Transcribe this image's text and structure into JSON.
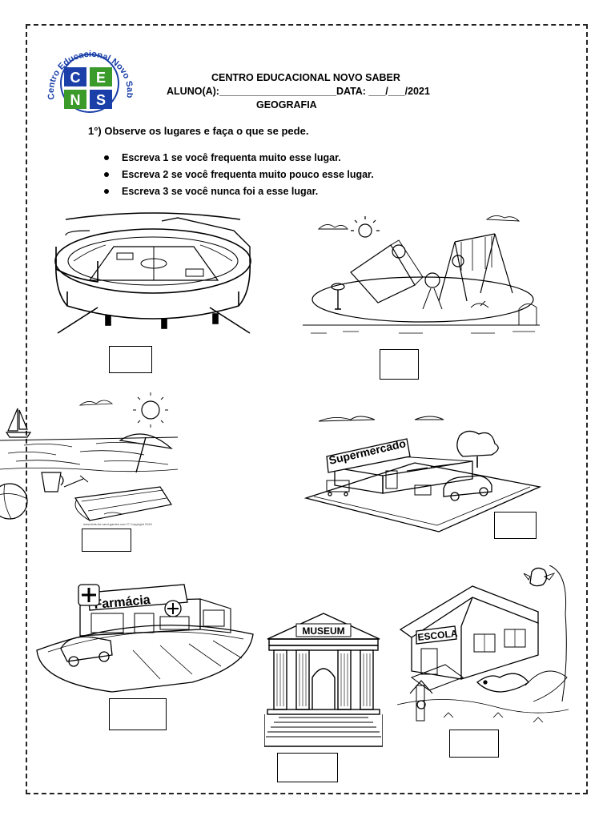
{
  "logo": {
    "ring_text": "Centro Educacional Novo Saber",
    "letters": [
      "C",
      "E",
      "N",
      "S"
    ]
  },
  "header": {
    "school": "CENTRO EDUCACIONAL NOVO SABER",
    "student_line": "ALUNO(A):_____________________DATA: ___/___/2021",
    "subject": "GEOGRAFIA"
  },
  "question": {
    "text": "1°) Observe os lugares e faça o que se pede.",
    "bullets": [
      "Escreva 1 se você frequenta muito esse lugar.",
      "Escreva 2 se você frequenta muito pouco esse lugar.",
      "Escreva 3 se você nunca foi a esse lugar."
    ]
  },
  "places": {
    "supermarket_sign": "Supermercado",
    "pharmacy_sign": "Farmácia",
    "museum_sign": "MUSEUM",
    "school_sign": "ESCOLA",
    "beach_credit": "www.kids-fun-and-games.com © Copyright 2010"
  }
}
